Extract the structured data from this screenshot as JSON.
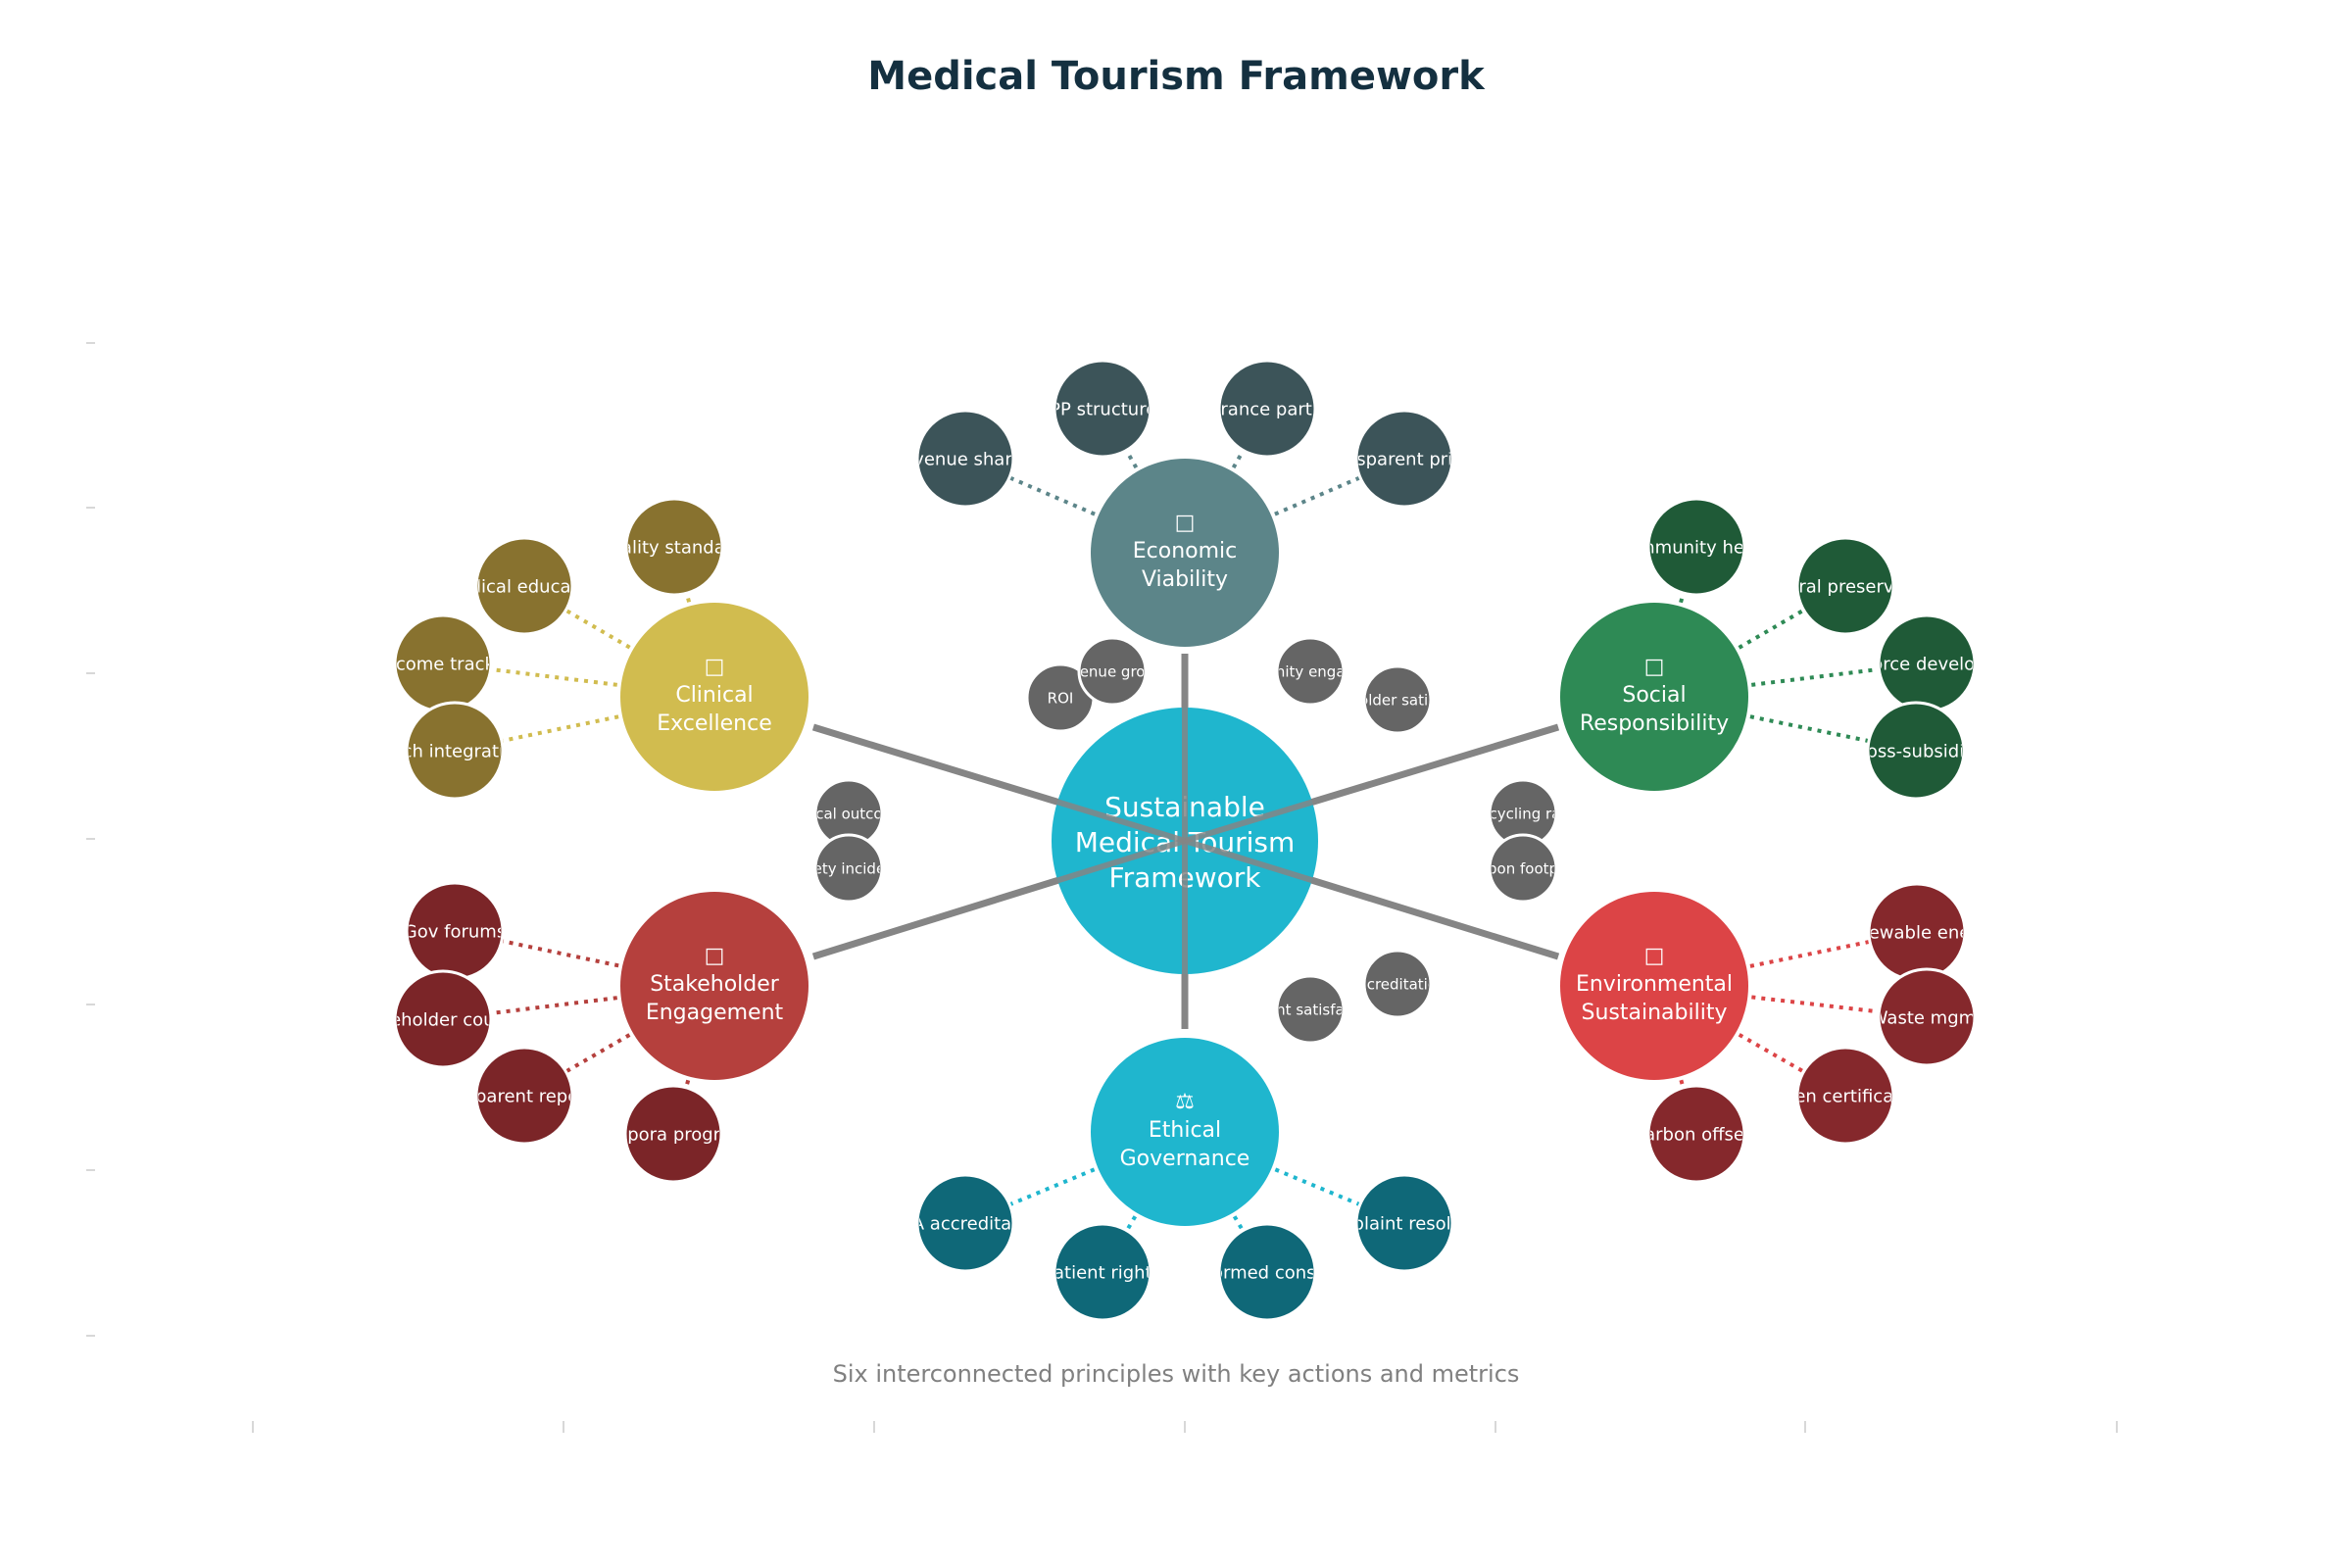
{
  "title": "Medical Tourism Framework",
  "subtitle": "Six interconnected principles with key actions and metrics",
  "center": {
    "label": [
      "Sustainable",
      "Medical Tourism",
      "Framework"
    ],
    "color": "#1fb6ce"
  },
  "principles": [
    {
      "id": "economic",
      "label": [
        "Economic",
        "Viability"
      ],
      "icon": "□",
      "icon_name": "box-icon",
      "color": "#5c8589",
      "action_color": "#3c5459",
      "line_color": "#5c8589",
      "actions": [
        "Revenue sharing",
        "PPP structures",
        "Insurance partners",
        "Transparent pricing"
      ]
    },
    {
      "id": "social",
      "label": [
        "Social",
        "Responsibility"
      ],
      "icon": "□",
      "icon_name": "box-icon",
      "color": "#2e8a55",
      "action_color": "#1f5a37",
      "line_color": "#2e8a55",
      "actions": [
        "Community health",
        "Cultural preservation",
        "Workforce development",
        "Cross-subsidies"
      ]
    },
    {
      "id": "environmental",
      "label": [
        "Environmental",
        "Sustainability"
      ],
      "icon": "□",
      "icon_name": "box-icon",
      "color": "#dc4446",
      "action_color": "#85282c",
      "line_color": "#dc4446",
      "actions": [
        "Renewable energy",
        "Waste mgmt",
        "Green certification",
        "Carbon offsets"
      ]
    },
    {
      "id": "ethical",
      "label": [
        "Ethical",
        "Governance"
      ],
      "icon": "⚖",
      "icon_name": "scales-icon",
      "color": "#1fb6ce",
      "action_color": "#0f6878",
      "line_color": "#1fb6ce",
      "actions": [
        "GHA accreditation",
        "Patient rights",
        "Informed consent",
        "Complaint resolution"
      ]
    },
    {
      "id": "stakeholder",
      "label": [
        "Stakeholder",
        "Engagement"
      ],
      "icon": "□",
      "icon_name": "box-icon",
      "color": "#b5403d",
      "action_color": "#7b2528",
      "line_color": "#b5403d",
      "actions": [
        "Gov forums",
        "Stakeholder councils",
        "Transparent reporting",
        "Diaspora programs"
      ]
    },
    {
      "id": "clinical",
      "label": [
        "Clinical",
        "Excellence"
      ],
      "icon": "□",
      "icon_name": "box-icon",
      "color": "#d1bc4f",
      "action_color": "#88722f",
      "line_color": "#d1bc4f",
      "actions": [
        "Quality standards",
        "Medical education",
        "Outcome tracking",
        "Tech integration"
      ]
    }
  ],
  "metrics": [
    {
      "label": "ROI"
    },
    {
      "label": "Revenue growth"
    },
    {
      "label": "Community engagement"
    },
    {
      "label": "Stakeholder satisfaction"
    },
    {
      "label": "Recycling rate"
    },
    {
      "label": "Carbon footprint"
    },
    {
      "label": "Accreditation"
    },
    {
      "label": "Patient satisfaction"
    },
    {
      "label": "Clinical outcomes"
    },
    {
      "label": "Safety incidents"
    }
  ],
  "metric_color": "#656565"
}
